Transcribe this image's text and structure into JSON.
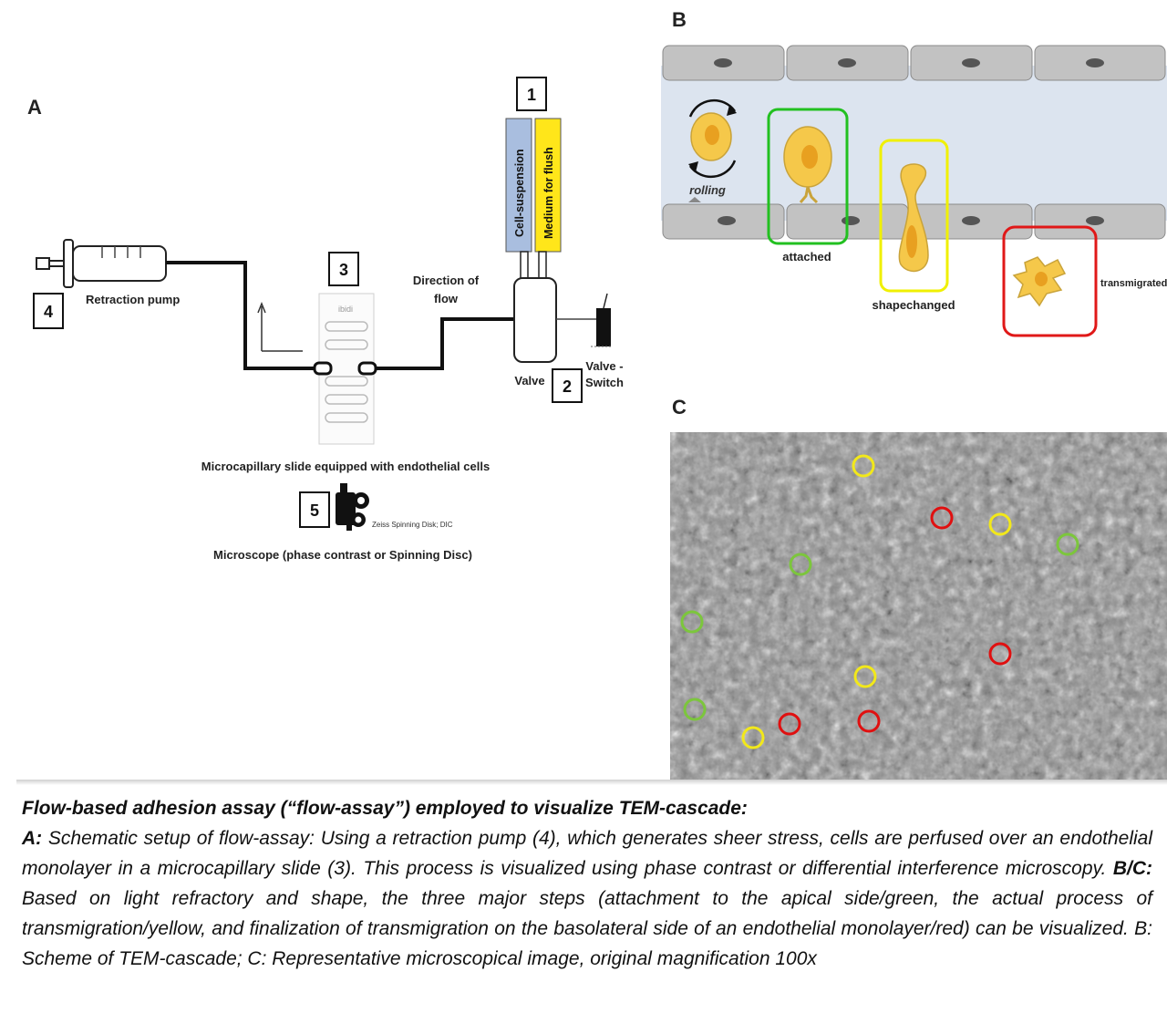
{
  "panel_a": {
    "letter": "A",
    "box_1": "1",
    "box_2": "2",
    "box_3": "3",
    "box_4": "4",
    "box_5": "5",
    "cell_suspension": "Cell-suspension",
    "medium_for_flush": "Medium for flush",
    "retraction_pump": "Retraction pump",
    "direction_of_flow_1": "Direction of",
    "direction_of_flow_2": "flow",
    "valve": "Valve",
    "valve_switch_1": "Valve -",
    "valve_switch_2": "Switch",
    "ibidi": "ibidi",
    "slide_label": "Microcapillary slide equipped with endothelial cells",
    "microscope_small": "Zeiss Spinning Disk; DIC",
    "microscope_label": "Microscope (phase contrast or Spinning Disc)",
    "colors": {
      "cell_suspension": "#a9bedf",
      "medium_for_flush": "#ffe61a"
    }
  },
  "panel_b": {
    "letter": "B",
    "rolling": "rolling",
    "attached": "attached",
    "shapechanged": "shapechanged",
    "transmigrated": "transmigrated",
    "colors": {
      "lumen": "#dce4ef",
      "endothelium": "#c2c2c2",
      "cell": "#f5c84a",
      "attached": "#22c020",
      "shapechanged": "#f0f000",
      "transmigrated": "#e01818"
    }
  },
  "panel_c": {
    "letter": "C",
    "colors": {
      "green": "#7cc63c",
      "yellow": "#f2e81a",
      "red": "#e01010"
    }
  },
  "caption": {
    "title": "Flow-based adhesion assay (“flow-assay”) employed to visualize TEM-cascade:",
    "a_label": "A:",
    "a_text": " Schematic setup of flow-assay: Using a retraction pump (4), which generates sheer stress, cells are perfused over an endothelial monolayer in a microcapillary slide (3). This process is visualized using phase contrast or differential interference microscopy. ",
    "bc_label": "B/C:",
    "bc_text": " Based on light refractory and shape, the three major steps (attachment to the apical side/green, the actual process of transmigration/yellow, and finalization of transmigration on the basolateral side of an endothelial monolayer/red) can be visualized. B: Scheme of TEM-cascade; C: Representative microscopical image, original magnification 100x"
  }
}
